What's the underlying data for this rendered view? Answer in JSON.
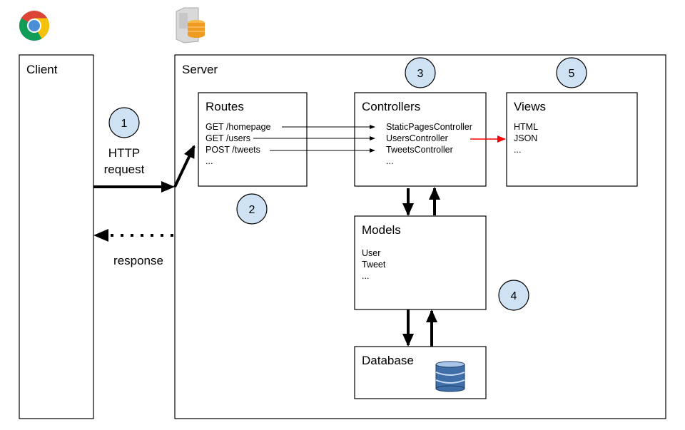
{
  "client": {
    "title": "Client",
    "icon": "chrome-browser-icon"
  },
  "server": {
    "title": "Server",
    "icon": "server-database-icon"
  },
  "request": {
    "line1": "HTTP",
    "line2": "request"
  },
  "response": {
    "label": "response"
  },
  "routes": {
    "title": "Routes",
    "items": [
      "GET /homepage",
      "GET /users",
      "POST /tweets",
      "..."
    ]
  },
  "controllers": {
    "title": "Controllers",
    "items": [
      "StaticPagesController",
      "UsersController",
      "TweetsController",
      "..."
    ]
  },
  "views": {
    "title": "Views",
    "items": [
      "HTML",
      "JSON",
      "..."
    ]
  },
  "models": {
    "title": "Models",
    "items": [
      "User",
      "Tweet",
      "..."
    ]
  },
  "database": {
    "title": "Database",
    "icon": "database-icon"
  },
  "steps": [
    "1",
    "2",
    "3",
    "4",
    "5"
  ],
  "colors": {
    "step_fill": "#cfe2f3",
    "highlight_arrow": "#ff0000"
  }
}
